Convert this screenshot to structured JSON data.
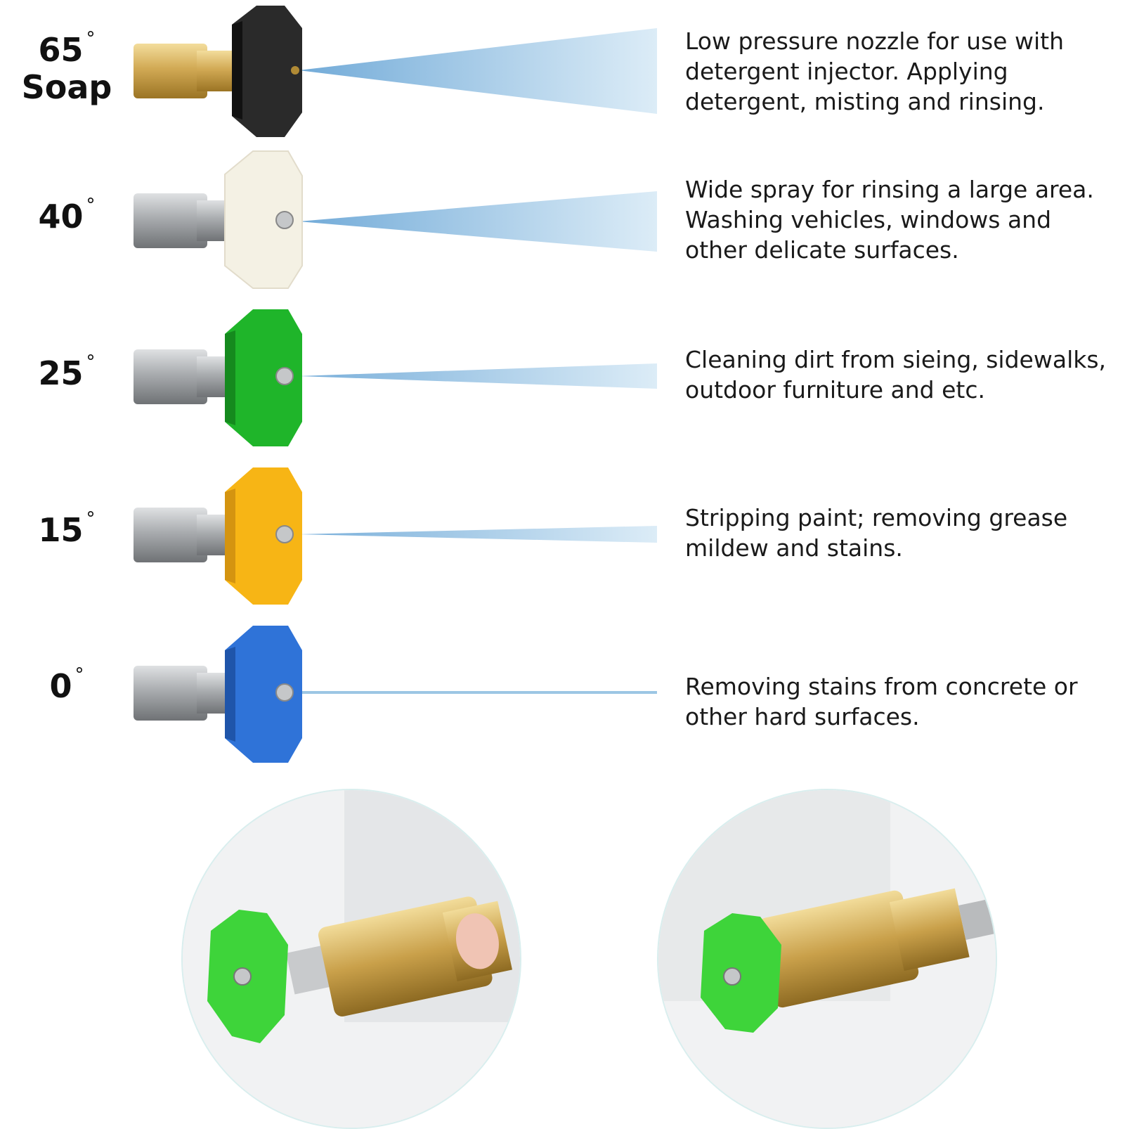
{
  "nozzles": [
    {
      "angle": "65",
      "sub": "Soap",
      "color_name": "black",
      "cap_color": "#2a2a2a",
      "body": "brass",
      "desc": "Low pressure nozzle for use with\ndetergent injector. Applying\ndetergent, misting and rinsing."
    },
    {
      "angle": "40",
      "sub": "",
      "color_name": "white",
      "cap_color": "#f4f1e4",
      "body": "steel",
      "desc": "Wide spray for  rinsing a large area.\nWashing vehicles, windows and\nother delicate surfaces."
    },
    {
      "angle": "25",
      "sub": "",
      "color_name": "green",
      "cap_color": "#1fb52a",
      "body": "steel",
      "desc": "Cleaning dirt from sieing, sidewalks,\n outdoor furniture and etc."
    },
    {
      "angle": "15",
      "sub": "",
      "color_name": "yellow",
      "cap_color": "#f7b515",
      "body": "steel",
      "desc": "Stripping paint; removing grease\nmildew and stains."
    },
    {
      "angle": "0",
      "sub": "",
      "color_name": "blue",
      "cap_color": "#2f73d8",
      "body": "steel",
      "desc": "Removing stains from concrete or\nother hard surfaces."
    }
  ],
  "degree_symbol": "°",
  "photos": [
    {
      "name": "nozzle-insertion-photo",
      "cap_color": "#3ed43a"
    },
    {
      "name": "nozzle-installed-photo",
      "cap_color": "#3ed43a"
    }
  ],
  "colors": {
    "spray": "#9cc6e4",
    "brass": "#c9a04a",
    "steel": "#a9acaf"
  }
}
